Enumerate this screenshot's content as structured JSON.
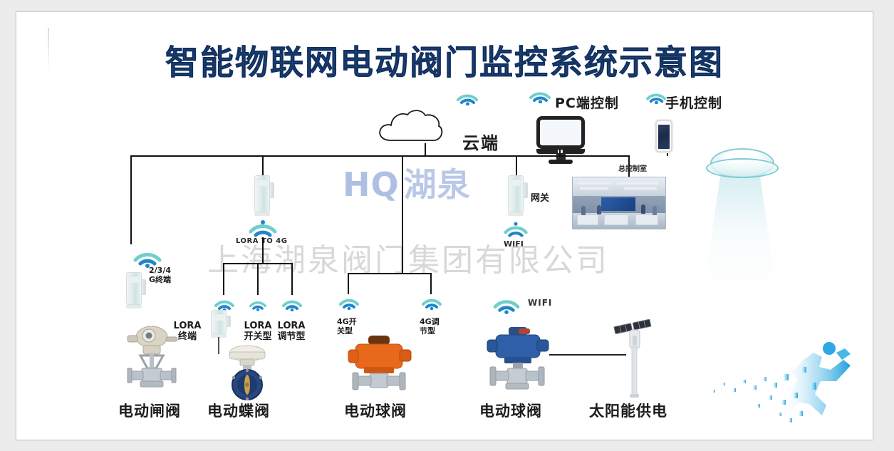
{
  "page": {
    "title": "智能物联网电动阀门监控系统示意图",
    "watermark_logo": "湖泉",
    "watermark_logo_mark": "HQ",
    "watermark_text": "上海湖泉阀门集团有限公司",
    "background": "#ffffff",
    "title_color": "#1c3f76",
    "line_color": "#111111",
    "wifi_icon_color": "#1f86c9",
    "wifi_icon_color_light": "#7fd4cf"
  },
  "top_tier": {
    "cloud_label": "云端",
    "pc_label": "PC端控制",
    "phone_label": "手机控制",
    "cloud_icon": "cloud-icon",
    "pc_icon": "monitor-icon",
    "phone_icon": "smartphone-icon"
  },
  "mid_tier": {
    "terminal_2g3g4g_label": "2/3/4\nG终端",
    "terminal_2g3g4g_line1": "2/3/4",
    "terminal_2g3g4g_line2": "G终端",
    "lora_to_4g_label": "LORA TO 4G",
    "gateway_label": "网关",
    "gateway_wifi_label": "WIFI",
    "control_room_label": "总控制室"
  },
  "device_labels": {
    "lora_terminal_line1": "LORA",
    "lora_terminal_line2": "终端",
    "lora_switch_line1": "LORA",
    "lora_switch_line2": "开关型",
    "lora_regulate_line1": "LORA",
    "lora_regulate_line2": "调节型",
    "fourg_switch_line1": "4G开",
    "fourg_switch_line2": "关型",
    "fourg_regulate_line1": "4G调",
    "fourg_regulate_line2": "节型",
    "wifi_label": "WIFI"
  },
  "valves": [
    {
      "name": "电动闸阀",
      "type": "gate-valve",
      "actuator_color": "#cfc9bb"
    },
    {
      "name": "电动蝶阀",
      "type": "butterfly-valve",
      "actuator_color": "#e7e4dc"
    },
    {
      "name": "电动球阀",
      "type": "ball-valve",
      "actuator_color": "#e8691c"
    },
    {
      "name": "电动球阀",
      "type": "ball-valve",
      "actuator_color": "#2f5fa8"
    }
  ],
  "power": {
    "solar_label": "太阳能供电",
    "solar_icon": "solar-panel-icon"
  },
  "decorations": {
    "ufo": "ufo-beam-icon",
    "runner": "digital-runner-icon"
  }
}
